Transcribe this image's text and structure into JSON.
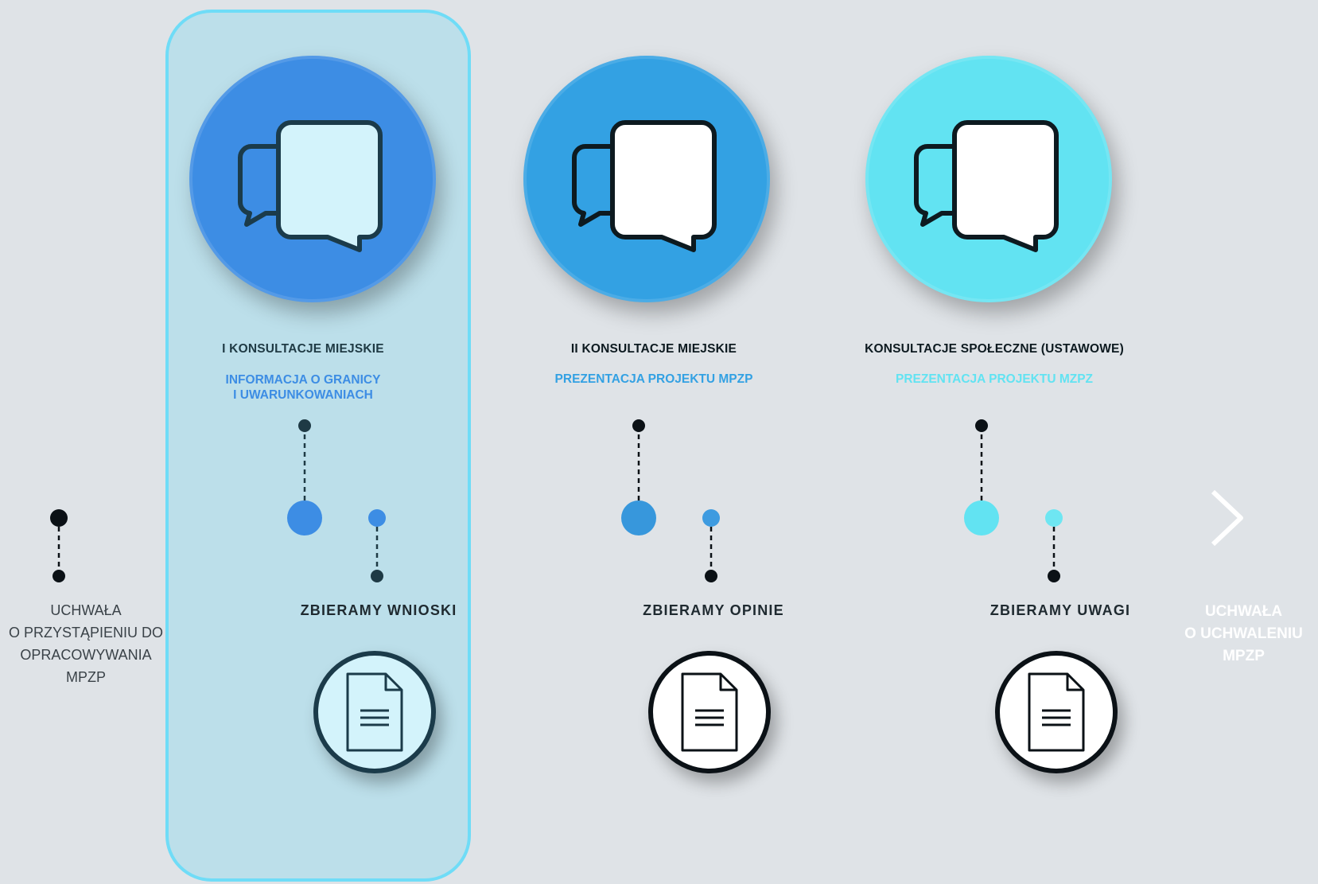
{
  "colors": {
    "background": "#dfe3e7",
    "stage1": "#3d8de4",
    "stage2": "#33a1e3",
    "stage3": "#62e3f2",
    "highlight": "#6fdcf7",
    "dark": "#0d1a20",
    "end_label": "#ffffff"
  },
  "timeline": {
    "start_label": "UCHWAŁA\nO PRZYSTĄPIENIU DO\nOPRACOWYWANIA\nMPZP",
    "end_label": "UCHWAŁA\nO UCHWALENIU\nMPZP"
  },
  "stages": [
    {
      "title": "I KONSULTACJE MIEJSKIE",
      "subtitle": "INFORMACJA O GRANICY\nI UWARUNKOWANIACH",
      "collect_label": "ZBIERAMY  WNIOSKI",
      "icon": "chat-bubbles-icon",
      "doc_icon": "document-icon",
      "highlighted": true
    },
    {
      "title": "II KONSULTACJE MIEJSKIE",
      "subtitle": "PREZENTACJA PROJEKTU MPZP",
      "collect_label": "ZBIERAMY  OPINIE",
      "icon": "chat-bubbles-icon",
      "doc_icon": "document-icon",
      "highlighted": false
    },
    {
      "title": "KONSULTACJE SPOŁECZNE (USTAWOWE)",
      "subtitle": "PREZENTACJA PROJEKTU MZPZ",
      "collect_label": "ZBIERAMY  UWAGI",
      "icon": "chat-bubbles-icon",
      "doc_icon": "document-icon",
      "highlighted": false
    }
  ]
}
